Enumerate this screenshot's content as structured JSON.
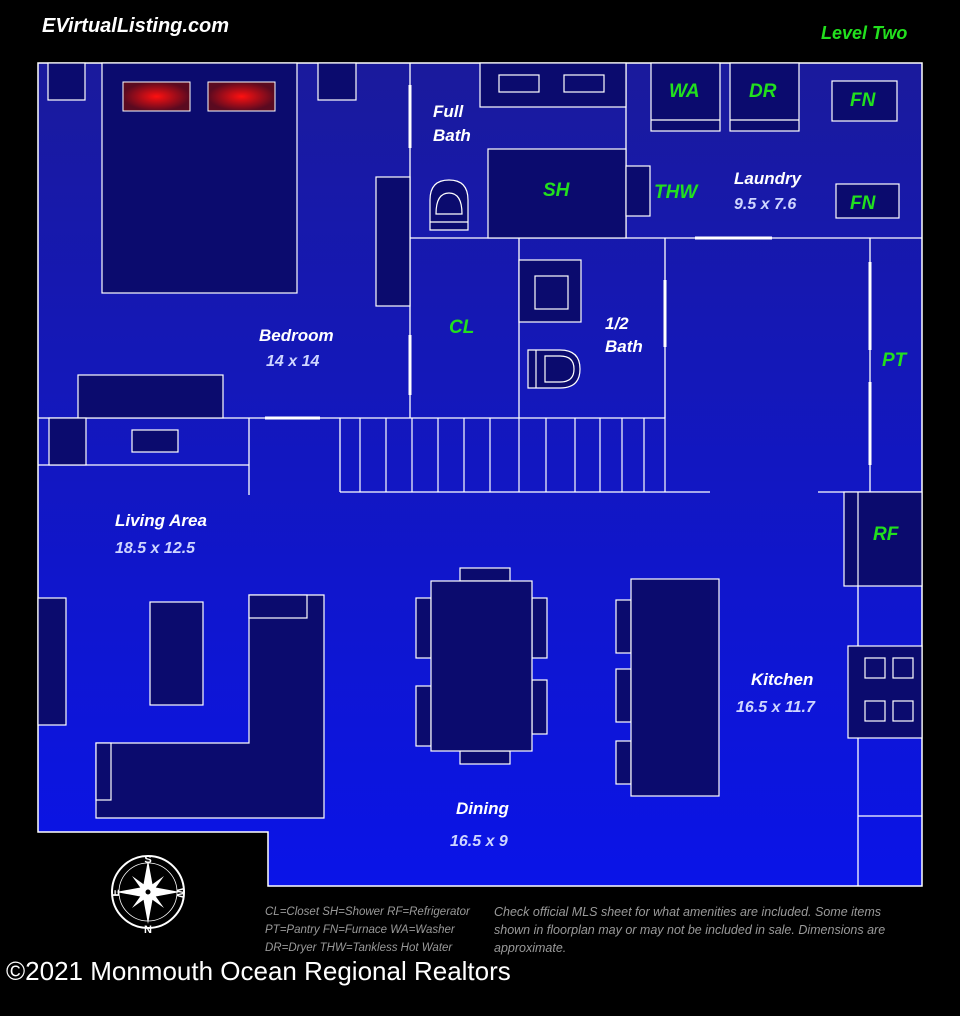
{
  "header": {
    "site": "EVirtualListing.com",
    "level": "Level Two"
  },
  "rooms": {
    "bedroom": {
      "name": "Bedroom",
      "dims": "14 x 14"
    },
    "full_bath": {
      "line1": "Full",
      "line2": "Bath"
    },
    "half_bath": {
      "line1": "1/2",
      "line2": "Bath"
    },
    "laundry": {
      "name": "Laundry",
      "dims": "9.5 x 7.6"
    },
    "living": {
      "name": "Living Area",
      "dims": "18.5 x 12.5"
    },
    "dining": {
      "name": "Dining",
      "dims": "16.5 x 9"
    },
    "kitchen": {
      "name": "Kitchen",
      "dims": "16.5 x 11.7"
    }
  },
  "fixtures": {
    "wa": "WA",
    "dr": "DR",
    "fn1": "FN",
    "fn2": "FN",
    "sh": "SH",
    "thw": "THW",
    "cl": "CL",
    "pt": "PT",
    "rf": "RF"
  },
  "compass": {
    "n": "N",
    "s": "S",
    "e": "E",
    "w": "W"
  },
  "legend": {
    "line1": "CL=Closet  SH=Shower  RF=Refrigerator",
    "line2": "PT=Pantry FN=Furnace WA=Washer",
    "line3": "DR=Dryer THW=Tankless Hot Water"
  },
  "disclaimer": {
    "line1": "Check official MLS sheet for what amenities are included. Some items",
    "line2": "shown in floorplan may or may not be included in sale. Dimensions are",
    "line3": "approximate."
  },
  "copyright": "©2021 Monmouth Ocean Regional Realtors",
  "colors": {
    "background": "#000000",
    "floor_top": "#1a1a9c",
    "floor_bottom": "#0a14e8",
    "furniture": "#0b0b6e",
    "walls": "#ffffff",
    "abbrev_text": "#22e01e",
    "heater_red": "#e00000"
  }
}
